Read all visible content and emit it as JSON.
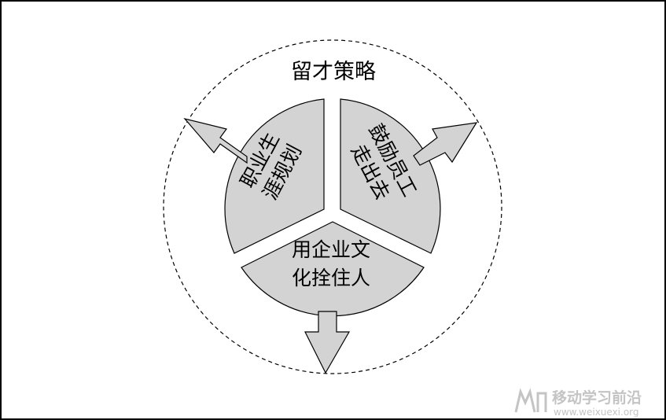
{
  "diagram": {
    "title": "留才策略",
    "segments": [
      {
        "line1": "职业生",
        "line2": "涯规划"
      },
      {
        "line1": "鼓励员工",
        "line2": "走出去"
      },
      {
        "line1": "用企业文",
        "line2": "化拴住人"
      }
    ]
  },
  "watermark": {
    "brand": "移动学习前沿",
    "url": "www.weixuexi.org"
  },
  "colors": {
    "segment_fill": "#d3d3d3",
    "outline": "#000000",
    "watermark": "#c4c4c4"
  }
}
